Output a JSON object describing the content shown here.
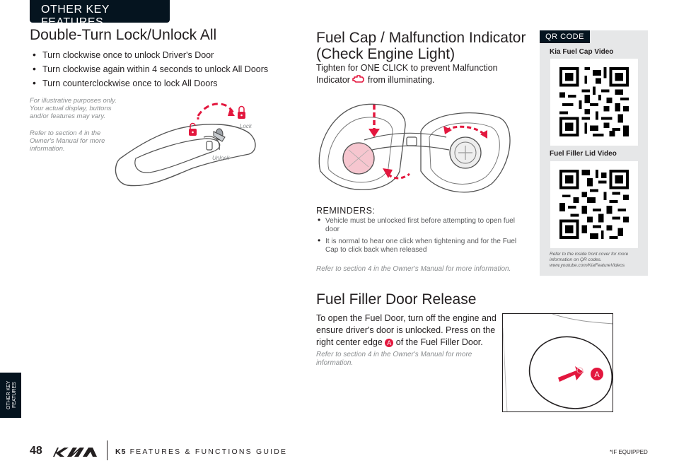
{
  "header": {
    "tab_label": "OTHER KEY FEATURES"
  },
  "side_tab": {
    "label": "OTHER KEY\nFEATURES"
  },
  "double_turn": {
    "title": "Double-Turn Lock/Unlock All",
    "bullets": [
      "Turn clockwise once to unlock Driver's Door",
      "Turn clockwise again within 4 seconds to unlock All Doors",
      "Turn counterclockwise once to lock All Doors"
    ],
    "note_illustrative": "For illustrative purposes only. Your actual display, buttons and/or features may vary.",
    "note_manual": "Refer to section 4 in the Owner's Manual for more information.",
    "lock_label": "Lock",
    "unlock_label": "Unlock"
  },
  "fuel_cap": {
    "title": "Fuel Cap / Malfunction Indicator (Check Engine Light)",
    "intro_before": "Tighten for ONE CLICK to prevent Malfunction Indicator",
    "intro_after": "from illuminating.",
    "engine_icon": "check-engine-icon",
    "reminders_title": "REMINDERS:",
    "reminders": [
      "Vehicle must be unlocked first before attempting to open fuel door",
      "It is normal to hear one click when tightening and for the Fuel Cap to click back when released"
    ],
    "note_manual": "Refer to section 4 in the Owner's Manual for more information."
  },
  "qr": {
    "badge": "QR CODE",
    "label1": "Kia Fuel Cap Video",
    "label2": "Fuel Filler Lid Video",
    "footnote": "Refer to the inside front cover for more information on QR codes. www.youtube.com/KiaFeatureVideos"
  },
  "fuel_door": {
    "title": "Fuel Filler Door Release",
    "text_before": "To open the Fuel Door, turn off the engine and ensure driver's door is unlocked. Press on the right center edge",
    "marker": "A",
    "text_after": "of the Fuel Filler Door.",
    "note_manual": "Refer to section 4 in the Owner's Manual for more information."
  },
  "footer": {
    "page_number": "48",
    "guide_model": "K5",
    "guide_title": "FEATURES & FUNCTIONS GUIDE",
    "if_equipped": "*IF EQUIPPED"
  },
  "colors": {
    "accent_red": "#e3173e",
    "navy": "#05141f",
    "panel_gray": "#e6e7e8"
  }
}
